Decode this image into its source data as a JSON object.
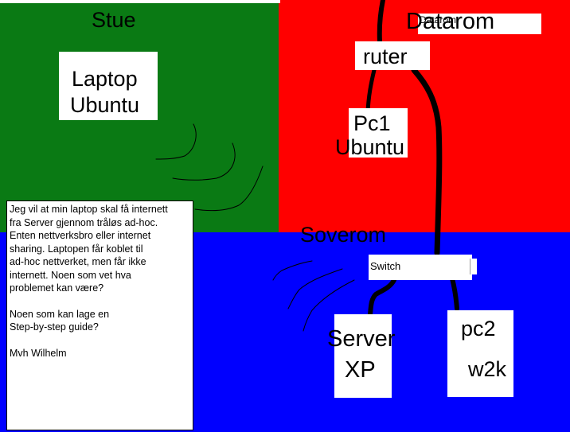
{
  "rooms": {
    "stue": {
      "label": "Stue",
      "color": "#0a7a14"
    },
    "datarom": {
      "label": "Datarom",
      "overlap_label": "Datarom",
      "color": "#ff0000"
    },
    "soverom": {
      "label": "Soverom",
      "color": "#0000ff"
    }
  },
  "devices": {
    "laptop": {
      "line1": "Laptop",
      "line2": "Ubuntu"
    },
    "ruter": {
      "label": "ruter"
    },
    "pc1": {
      "line1": "Pc1",
      "line2": "Ubuntu"
    },
    "switch": {
      "label": "Switch"
    },
    "server": {
      "line1": "Server",
      "line2": "XP"
    },
    "pc2": {
      "line1": "pc2",
      "line2": "w2k"
    }
  },
  "note": {
    "paragraph1": "Jeg vil at min laptop skal få internett\nfra Server gjennom tråløs ad-hoc.\nEnten nettverksbro eller internet\nsharing. Laptopen får koblet til\nad-hoc nettverket, men får ikke\ninternett. Noen som vet hva\nproblemet kan være?",
    "paragraph2": "Noen som kan lage en\nStep-by-step guide?",
    "paragraph3": "Mvh Wilhelm"
  },
  "wire_color": "#000000"
}
